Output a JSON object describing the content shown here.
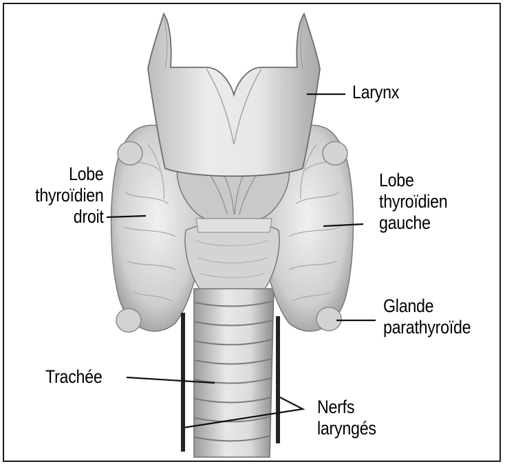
{
  "labels": {
    "larynx": "Larynx",
    "lobe_right": [
      "Lobe",
      "thyroïdien",
      "droit"
    ],
    "lobe_left": [
      "Lobe",
      "thyroïdien",
      "gauche"
    ],
    "parathyroid": [
      "Glande",
      "parathyroïde"
    ],
    "trachea": "Trachée",
    "nerves": [
      "Nerfs",
      "laryngés"
    ]
  },
  "colors": {
    "frame": "#1a1a1a",
    "tissue": "#d9d9d9",
    "parathyroid": "#d3d3d3",
    "nerve": "#222222"
  }
}
